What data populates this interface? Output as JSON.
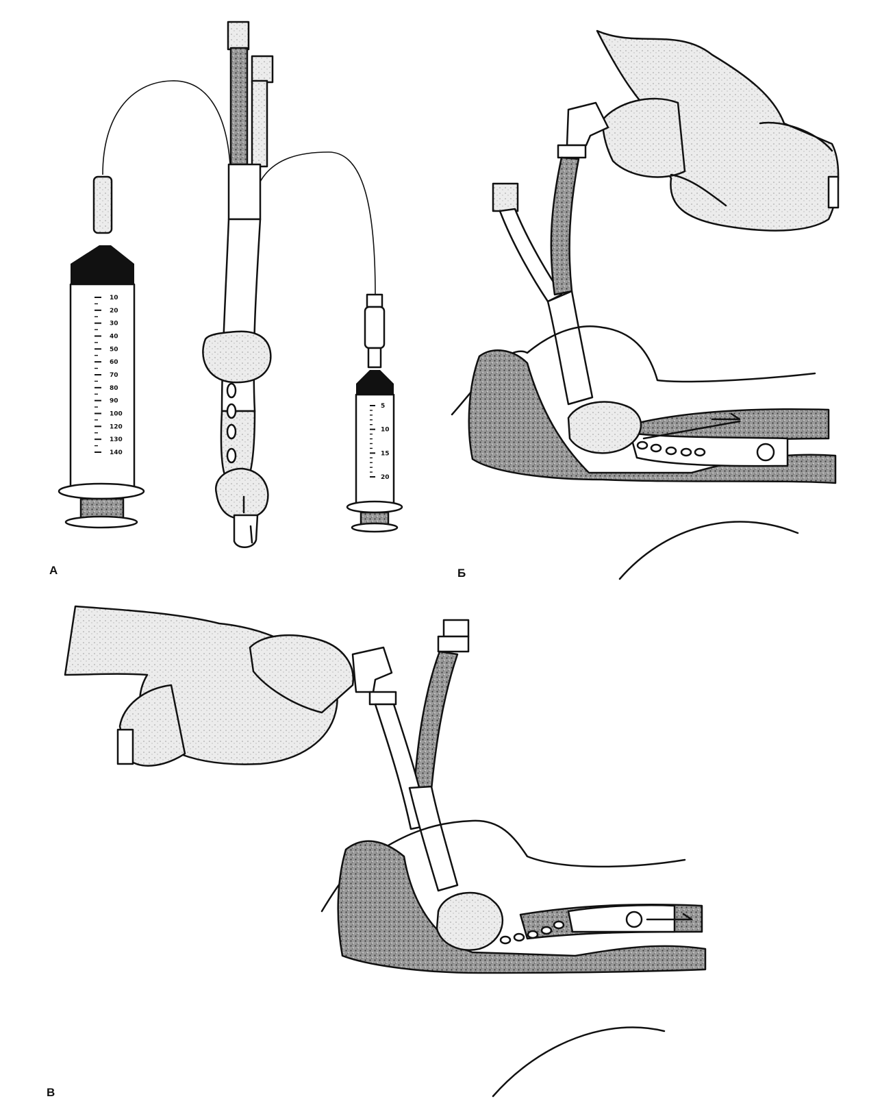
{
  "panels": [
    {
      "id": "a",
      "label": "А"
    },
    {
      "id": "b",
      "label": "Б"
    },
    {
      "id": "c",
      "label": "В"
    }
  ],
  "large_syringe": {
    "scale": [
      "10",
      "20",
      "30",
      "40",
      "50",
      "60",
      "70",
      "80",
      "90",
      "100",
      "120",
      "130",
      "140"
    ]
  },
  "small_syringe": {
    "scale": [
      "5",
      "10",
      "15",
      "20"
    ]
  }
}
